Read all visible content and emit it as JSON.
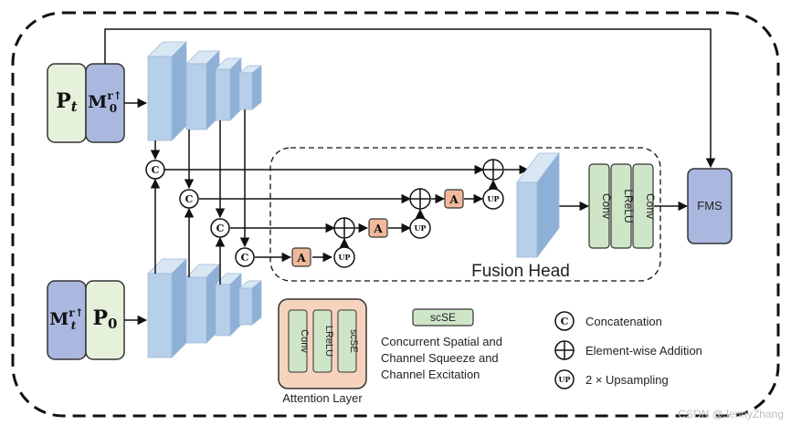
{
  "inputs": {
    "top_pair": {
      "p": "P",
      "p_sub": "t",
      "m": "M",
      "m_sup": "r↑",
      "m_sub": "0"
    },
    "bottom_pair": {
      "m": "M",
      "m_sup": "r↑",
      "m_sub": "t",
      "p": "P",
      "p_sub": "0"
    }
  },
  "ops": {
    "concat": "C",
    "up": "UP",
    "attention": "A"
  },
  "fusion_head": {
    "title": "Fusion Head",
    "blocks": [
      "Conv",
      "LReLU",
      "Conv"
    ]
  },
  "output": {
    "label": "FMS"
  },
  "legend": {
    "attention_layer": {
      "caption": "Attention Layer",
      "blocks": [
        "Conv",
        "LReLU",
        "scSE"
      ]
    },
    "scse": {
      "tag": "scSE",
      "desc_lines": [
        "Concurrent Spatial and",
        "Channel Squeeze and",
        "Channel Excitation"
      ]
    },
    "symbols": [
      {
        "glyph": "C",
        "text": "Concatenation"
      },
      {
        "glyph": "+",
        "text": "Element-wise Addition"
      },
      {
        "glyph": "UP",
        "text": "2 × Upsampling"
      }
    ]
  },
  "watermark": "CSDN @JennyZhang",
  "colors": {
    "green_box": "#e6f1dc",
    "blue_box": "#aab8e0",
    "green_block": "#cfe5c8",
    "attn_orange": "#f1b89b",
    "attn_layer_fill": "#f7d3be",
    "feature_front": "#b7d0ea",
    "feature_top": "#d9e7f5",
    "feature_side": "#8eb0d6"
  }
}
